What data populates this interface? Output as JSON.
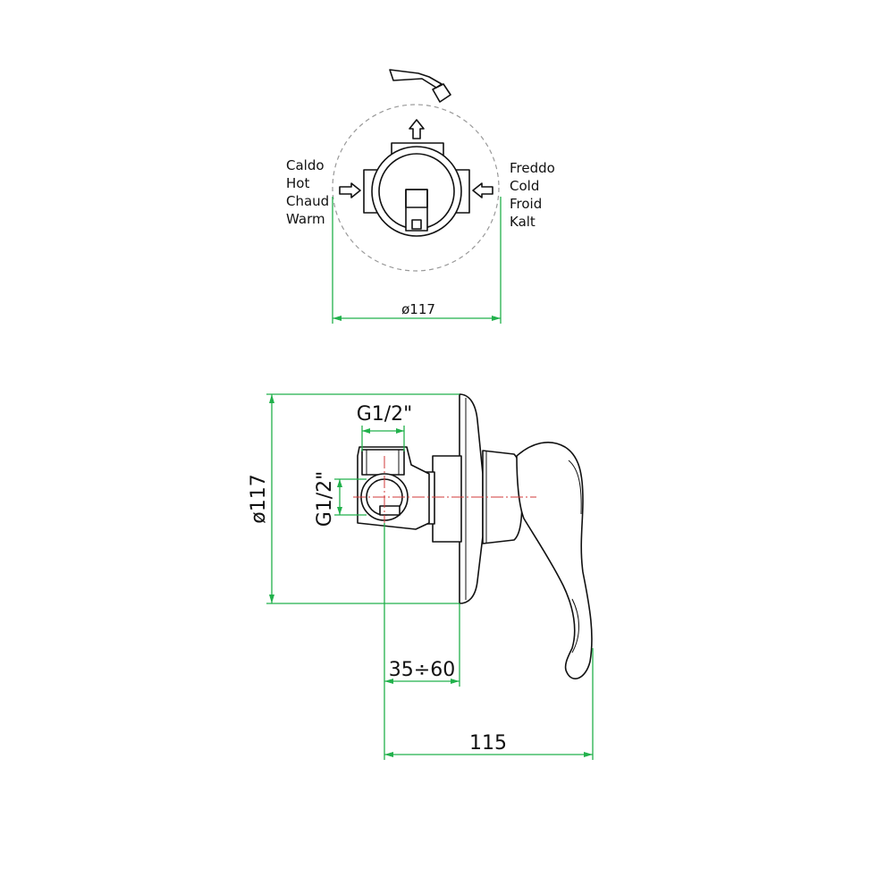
{
  "top_view": {
    "hot_labels": [
      "Caldo",
      "Hot",
      "Chaud",
      "Warm"
    ],
    "cold_labels": [
      "Freddo",
      "Cold",
      "Froid",
      "Kalt"
    ],
    "diameter_label": "ø117"
  },
  "side_view": {
    "diameter_label": "ø117",
    "thread_top_label": "G1/2\"",
    "thread_side_label": "G1/2\"",
    "depth_label": "35÷60",
    "length_label": "115"
  },
  "colors": {
    "dimension": "#22b14c",
    "centerline": "#d23a3a",
    "outline": "#111111"
  }
}
